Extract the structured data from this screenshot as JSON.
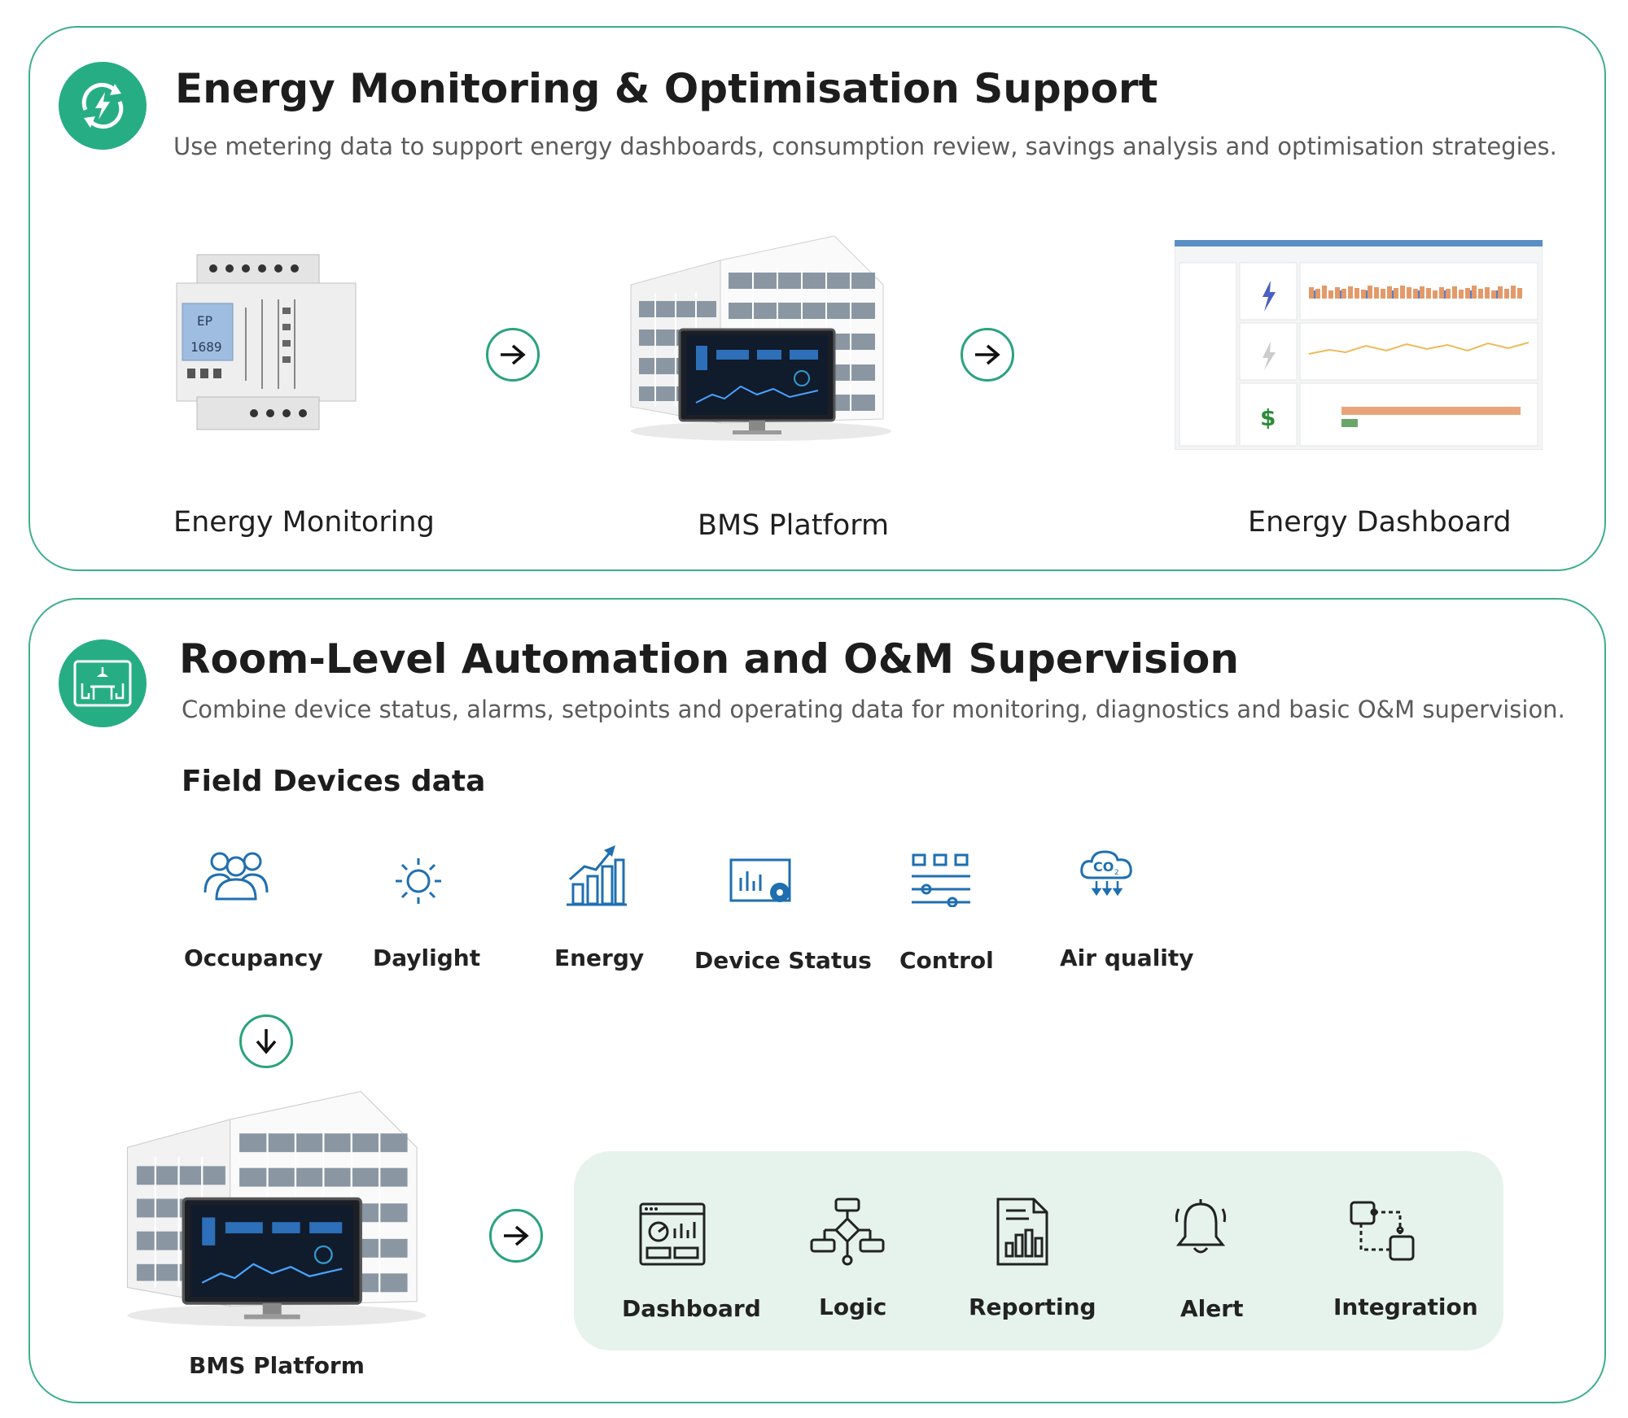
{
  "section1": {
    "title": "Energy Monitoring & Optimisation Support",
    "description": "Use metering data to support energy dashboards, consumption review, savings analysis and optimisation strategies.",
    "icon": "energy-cycle-icon",
    "steps": [
      {
        "label": "Energy Monitoring",
        "icon": "energy-meter-image"
      },
      {
        "label": "BMS Platform",
        "icon": "building-with-monitor-image"
      },
      {
        "label": "Energy Dashboard",
        "icon": "dashboard-screenshot-image"
      }
    ],
    "meter_display": {
      "line1": "EP",
      "line2": "1689"
    }
  },
  "section2": {
    "title": "Room-Level Automation and O&M Supervision",
    "description": "Combine device status, alarms, setpoints and operating data for monitoring, diagnostics and basic O&M supervision.",
    "icon": "meeting-room-icon",
    "field_heading": "Field Devices data",
    "field_devices": [
      {
        "label": "Occupancy",
        "icon": "people-icon"
      },
      {
        "label": "Daylight",
        "icon": "sun-icon"
      },
      {
        "label": "Energy",
        "icon": "bar-chart-growth-icon"
      },
      {
        "label": "Device Status",
        "icon": "chart-gear-icon"
      },
      {
        "label": "Control",
        "icon": "control-sliders-icon"
      },
      {
        "label": "Air quality",
        "icon": "co2-cloud-icon"
      }
    ],
    "co2_text": "CO",
    "co2_sub": "2",
    "platform_label": "BMS Platform",
    "features": [
      {
        "label": "Dashboard",
        "icon": "dashboard-icon"
      },
      {
        "label": "Logic",
        "icon": "logic-flow-icon"
      },
      {
        "label": "Reporting",
        "icon": "report-icon"
      },
      {
        "label": "Alert",
        "icon": "bell-icon"
      },
      {
        "label": "Integration",
        "icon": "integration-icon"
      }
    ]
  },
  "colors": {
    "accent": "#27ad84",
    "border": "#3fae8c",
    "icon_blue": "#1f6fb0",
    "feature_bg": "#e6f3ed"
  }
}
